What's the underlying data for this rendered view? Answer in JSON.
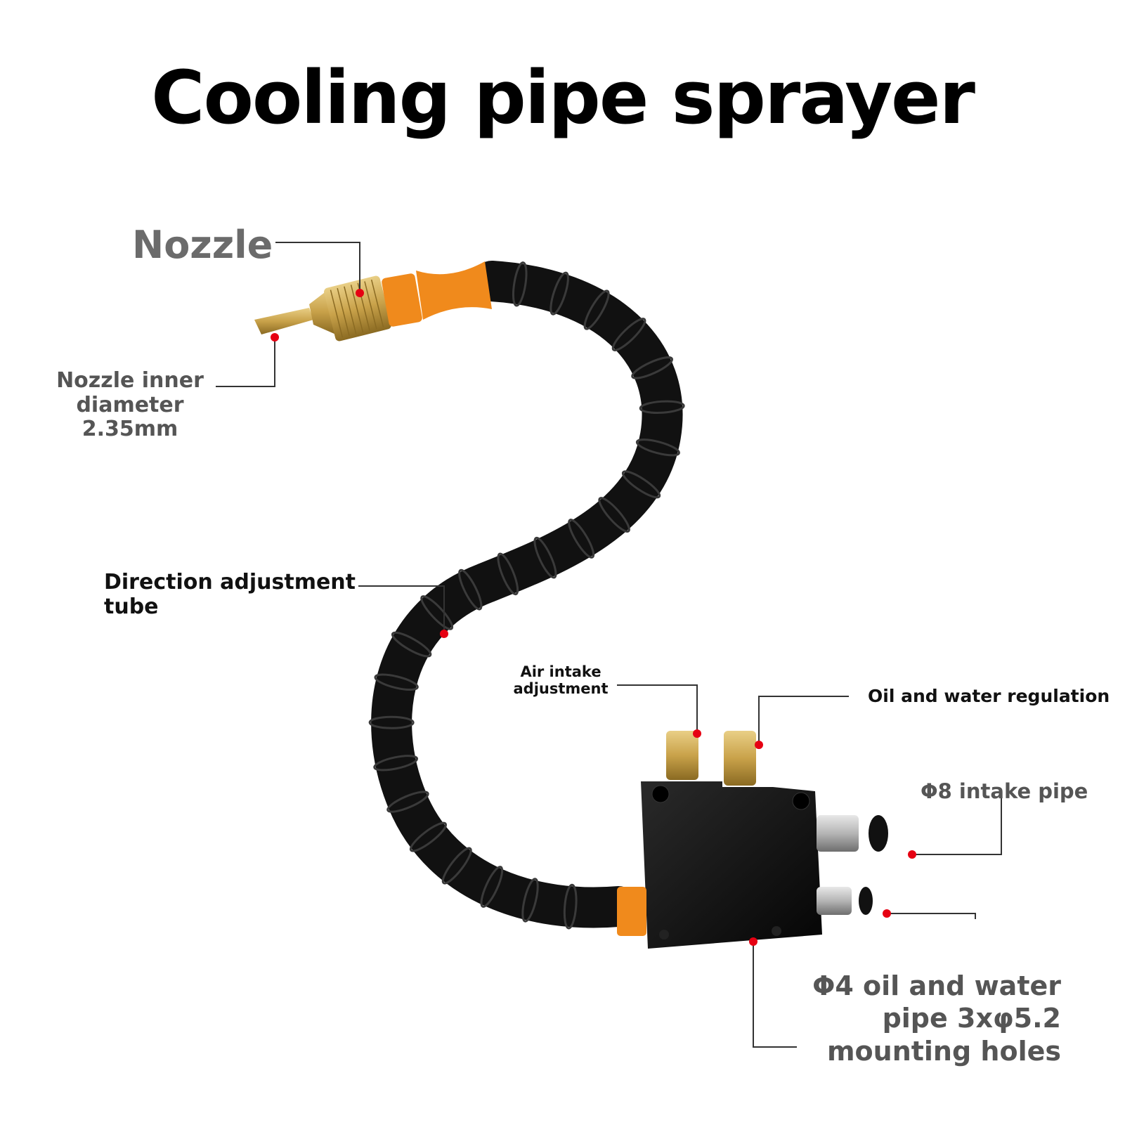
{
  "title": "Cooling pipe sprayer",
  "labels": {
    "nozzle": "Nozzle",
    "nozzle_inner_diameter": [
      "Nozzle inner",
      "diameter",
      "2.35mm"
    ],
    "direction_adjustment_tube": [
      "Direction adjustment",
      "tube"
    ],
    "air_intake_adjustment": [
      "Air intake",
      "adjustment"
    ],
    "oil_water_regulation": "Oil and water regulation",
    "intake_pipe": "Φ8 intake pipe",
    "oil_water_pipe": [
      "Φ4 oil and water",
      "pipe 3xφ5.2",
      "mounting holes"
    ]
  },
  "colors": {
    "hose": "#111111",
    "coupling": "#f08a1c",
    "brass": "#c9a24a",
    "leader_line": "#333333",
    "callout_dot": "#e60012"
  }
}
